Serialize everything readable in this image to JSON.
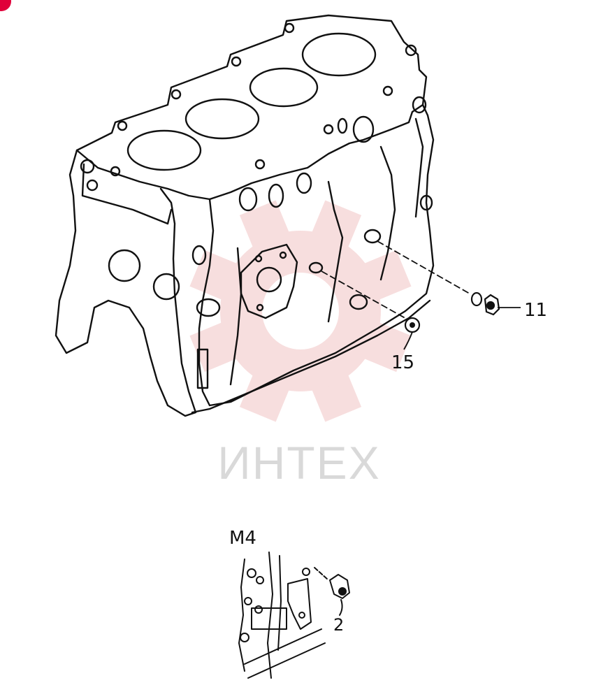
{
  "diagram": {
    "callouts": [
      {
        "id": "callout-11",
        "label": "11"
      },
      {
        "id": "callout-15",
        "label": "15"
      },
      {
        "id": "callout-2",
        "label": "2"
      }
    ],
    "detail_view_label": "M4"
  },
  "watermark": {
    "text": "ИНТЕХ",
    "color": "#d9d9d9",
    "gear_color": "#f2c4c4"
  },
  "corner_badge": {
    "color": "#e0003a"
  }
}
